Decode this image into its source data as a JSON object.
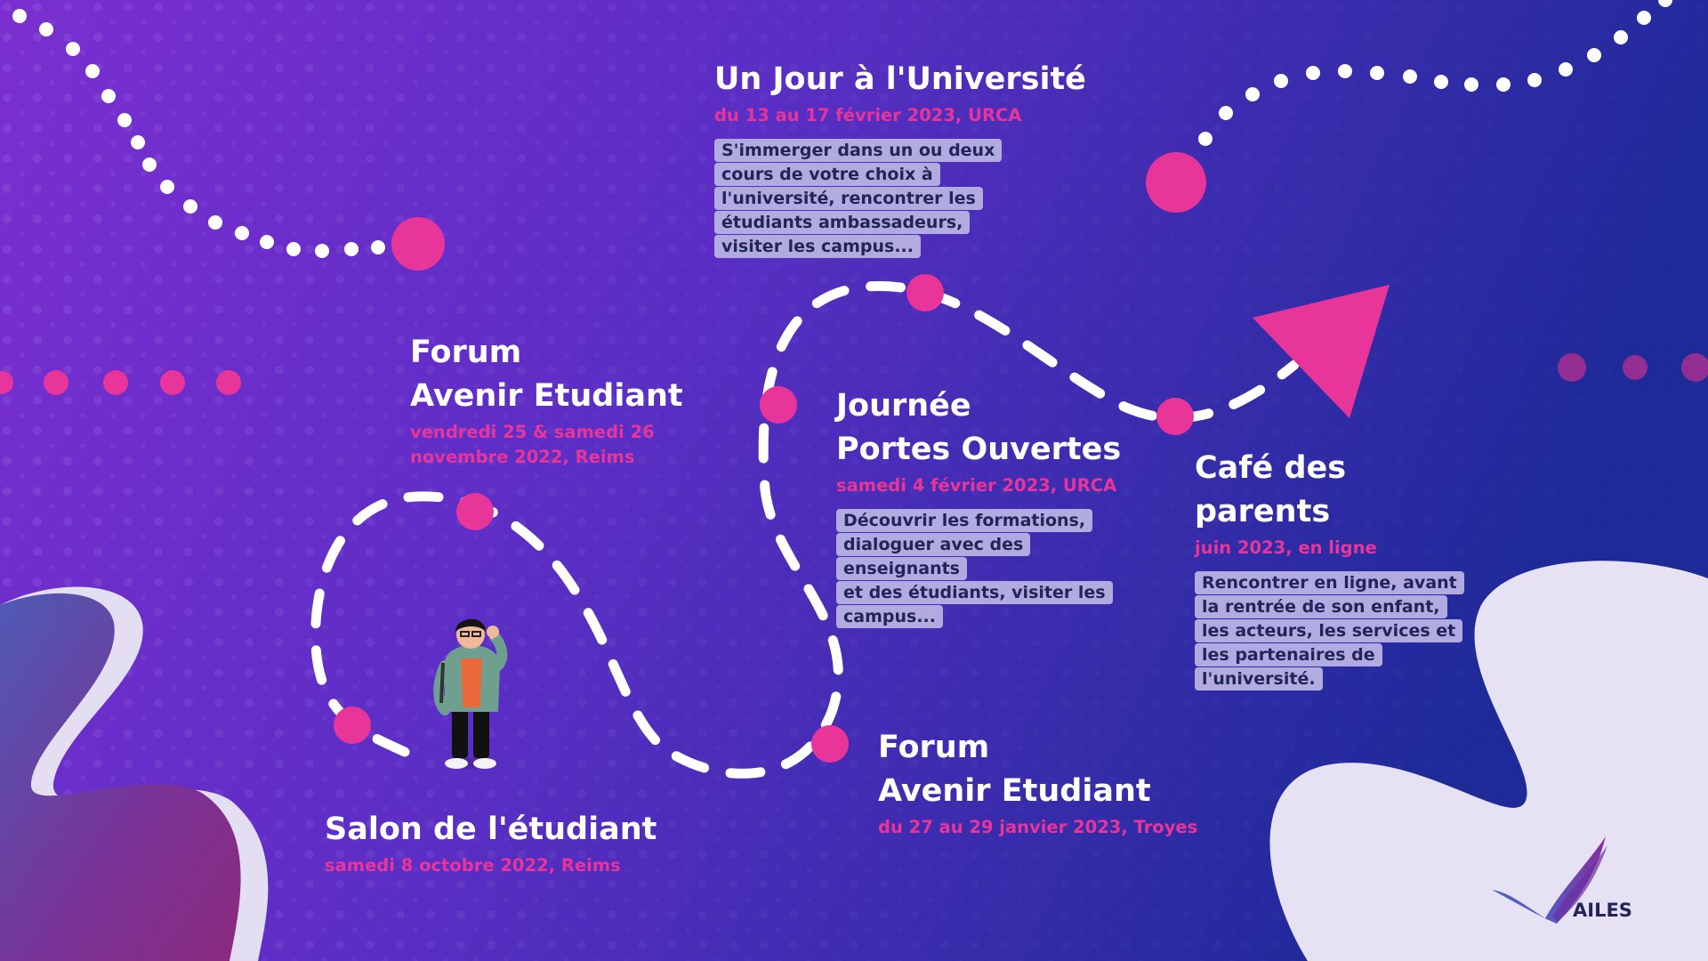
{
  "colors": {
    "bg_left": "#7a2fd0",
    "bg_right": "#1f2a9a",
    "accent_pink": "#e8359a",
    "title_white": "#ffffff",
    "desc_highlight": "#b2abe2",
    "desc_text": "#23245a",
    "blob_light": "#e6e2f3"
  },
  "events": [
    {
      "title": "Salon de l'étudiant",
      "date": "samedi 8 octobre 2022, Reims"
    },
    {
      "title": "Forum\nAvenir Etudiant",
      "date": "vendredi 25 & samedi 26\nnovembre 2022, Reims"
    },
    {
      "title": "Forum\nAvenir Etudiant",
      "date": "du 27 au 29 janvier 2023, Troyes"
    },
    {
      "title": "Journée\nPortes Ouvertes",
      "date": "samedi 4 février 2023, URCA",
      "description": [
        "Découvrir les formations,",
        "dialoguer avec des enseignants",
        "et des étudiants, visiter les",
        "campus..."
      ]
    },
    {
      "title": "Un Jour à l'Université",
      "date": "du 13 au 17 février 2023, URCA",
      "description": [
        "S'immerger dans un ou deux",
        "cours de votre choix à",
        "l'université, rencontrer les",
        "étudiants ambassadeurs,",
        "visiter les campus..."
      ]
    },
    {
      "title": "Café des parents",
      "date": "juin 2023, en ligne",
      "description": [
        "Rencontrer en ligne, avant",
        "la rentrée de son enfant,",
        "les acteurs, les services et",
        "les partenaires de",
        "l'université."
      ]
    }
  ],
  "logo": {
    "text": "AILES",
    "icon": "wing-icon"
  },
  "illustration": {
    "icon": "student-waving-icon"
  }
}
